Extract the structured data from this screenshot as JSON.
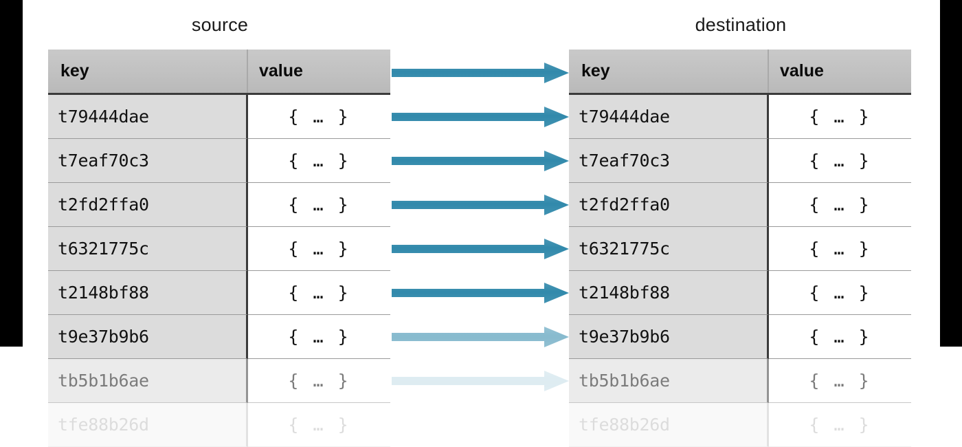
{
  "captions": {
    "source": "source",
    "destination": "destination"
  },
  "columns": {
    "key": "key",
    "value": "value"
  },
  "colors": {
    "arrow": "#3189ab",
    "header_bg": "#c2c2c2",
    "key_cell_bg": "#dcdcdc",
    "value_cell_bg": "#ffffff",
    "grid_line": "#9a9a9a",
    "edge_bar": "#000000"
  },
  "source_table": {
    "rows": [
      {
        "key": "t79444dae",
        "value": "{ … }",
        "fade": "none"
      },
      {
        "key": "t7eaf70c3",
        "value": "{ … }",
        "fade": "none"
      },
      {
        "key": "t2fd2ffa0",
        "value": "{ … }",
        "fade": "none"
      },
      {
        "key": "t6321775c",
        "value": "{ … }",
        "fade": "none"
      },
      {
        "key": "t2148bf88",
        "value": "{ … }",
        "fade": "none"
      },
      {
        "key": "t9e37b9b6",
        "value": "{ … }",
        "fade": "none"
      },
      {
        "key": "tb5b1b6ae",
        "value": "{ … }",
        "fade": "partial"
      },
      {
        "key": "tfe88b26d",
        "value": "{ … }",
        "fade": "strong"
      }
    ]
  },
  "destination_table": {
    "rows": [
      {
        "key": "t79444dae",
        "value": "{ … }",
        "fade": "none"
      },
      {
        "key": "t7eaf70c3",
        "value": "{ … }",
        "fade": "none"
      },
      {
        "key": "t2fd2ffa0",
        "value": "{ … }",
        "fade": "none"
      },
      {
        "key": "t6321775c",
        "value": "{ … }",
        "fade": "none"
      },
      {
        "key": "t2148bf88",
        "value": "{ … }",
        "fade": "none"
      },
      {
        "key": "t9e37b9b6",
        "value": "{ … }",
        "fade": "none"
      },
      {
        "key": "tb5b1b6ae",
        "value": "{ … }",
        "fade": "partial"
      },
      {
        "key": "tfe88b26d",
        "value": "{ … }",
        "fade": "strong"
      }
    ]
  },
  "arrows": [
    {
      "from_key": "t79444dae",
      "to_key": "t79444dae",
      "fade": "none"
    },
    {
      "from_key": "t7eaf70c3",
      "to_key": "t7eaf70c3",
      "fade": "none"
    },
    {
      "from_key": "t2fd2ffa0",
      "to_key": "t2fd2ffa0",
      "fade": "none"
    },
    {
      "from_key": "t6321775c",
      "to_key": "t6321775c",
      "fade": "none"
    },
    {
      "from_key": "t2148bf88",
      "to_key": "t2148bf88",
      "fade": "none"
    },
    {
      "from_key": "t9e37b9b6",
      "to_key": "t9e37b9b6",
      "fade": "none"
    },
    {
      "from_key": "tb5b1b6ae",
      "to_key": "tb5b1b6ae",
      "fade": "partial"
    },
    {
      "from_key": "tfe88b26d",
      "to_key": "tfe88b26d",
      "fade": "strong"
    }
  ]
}
